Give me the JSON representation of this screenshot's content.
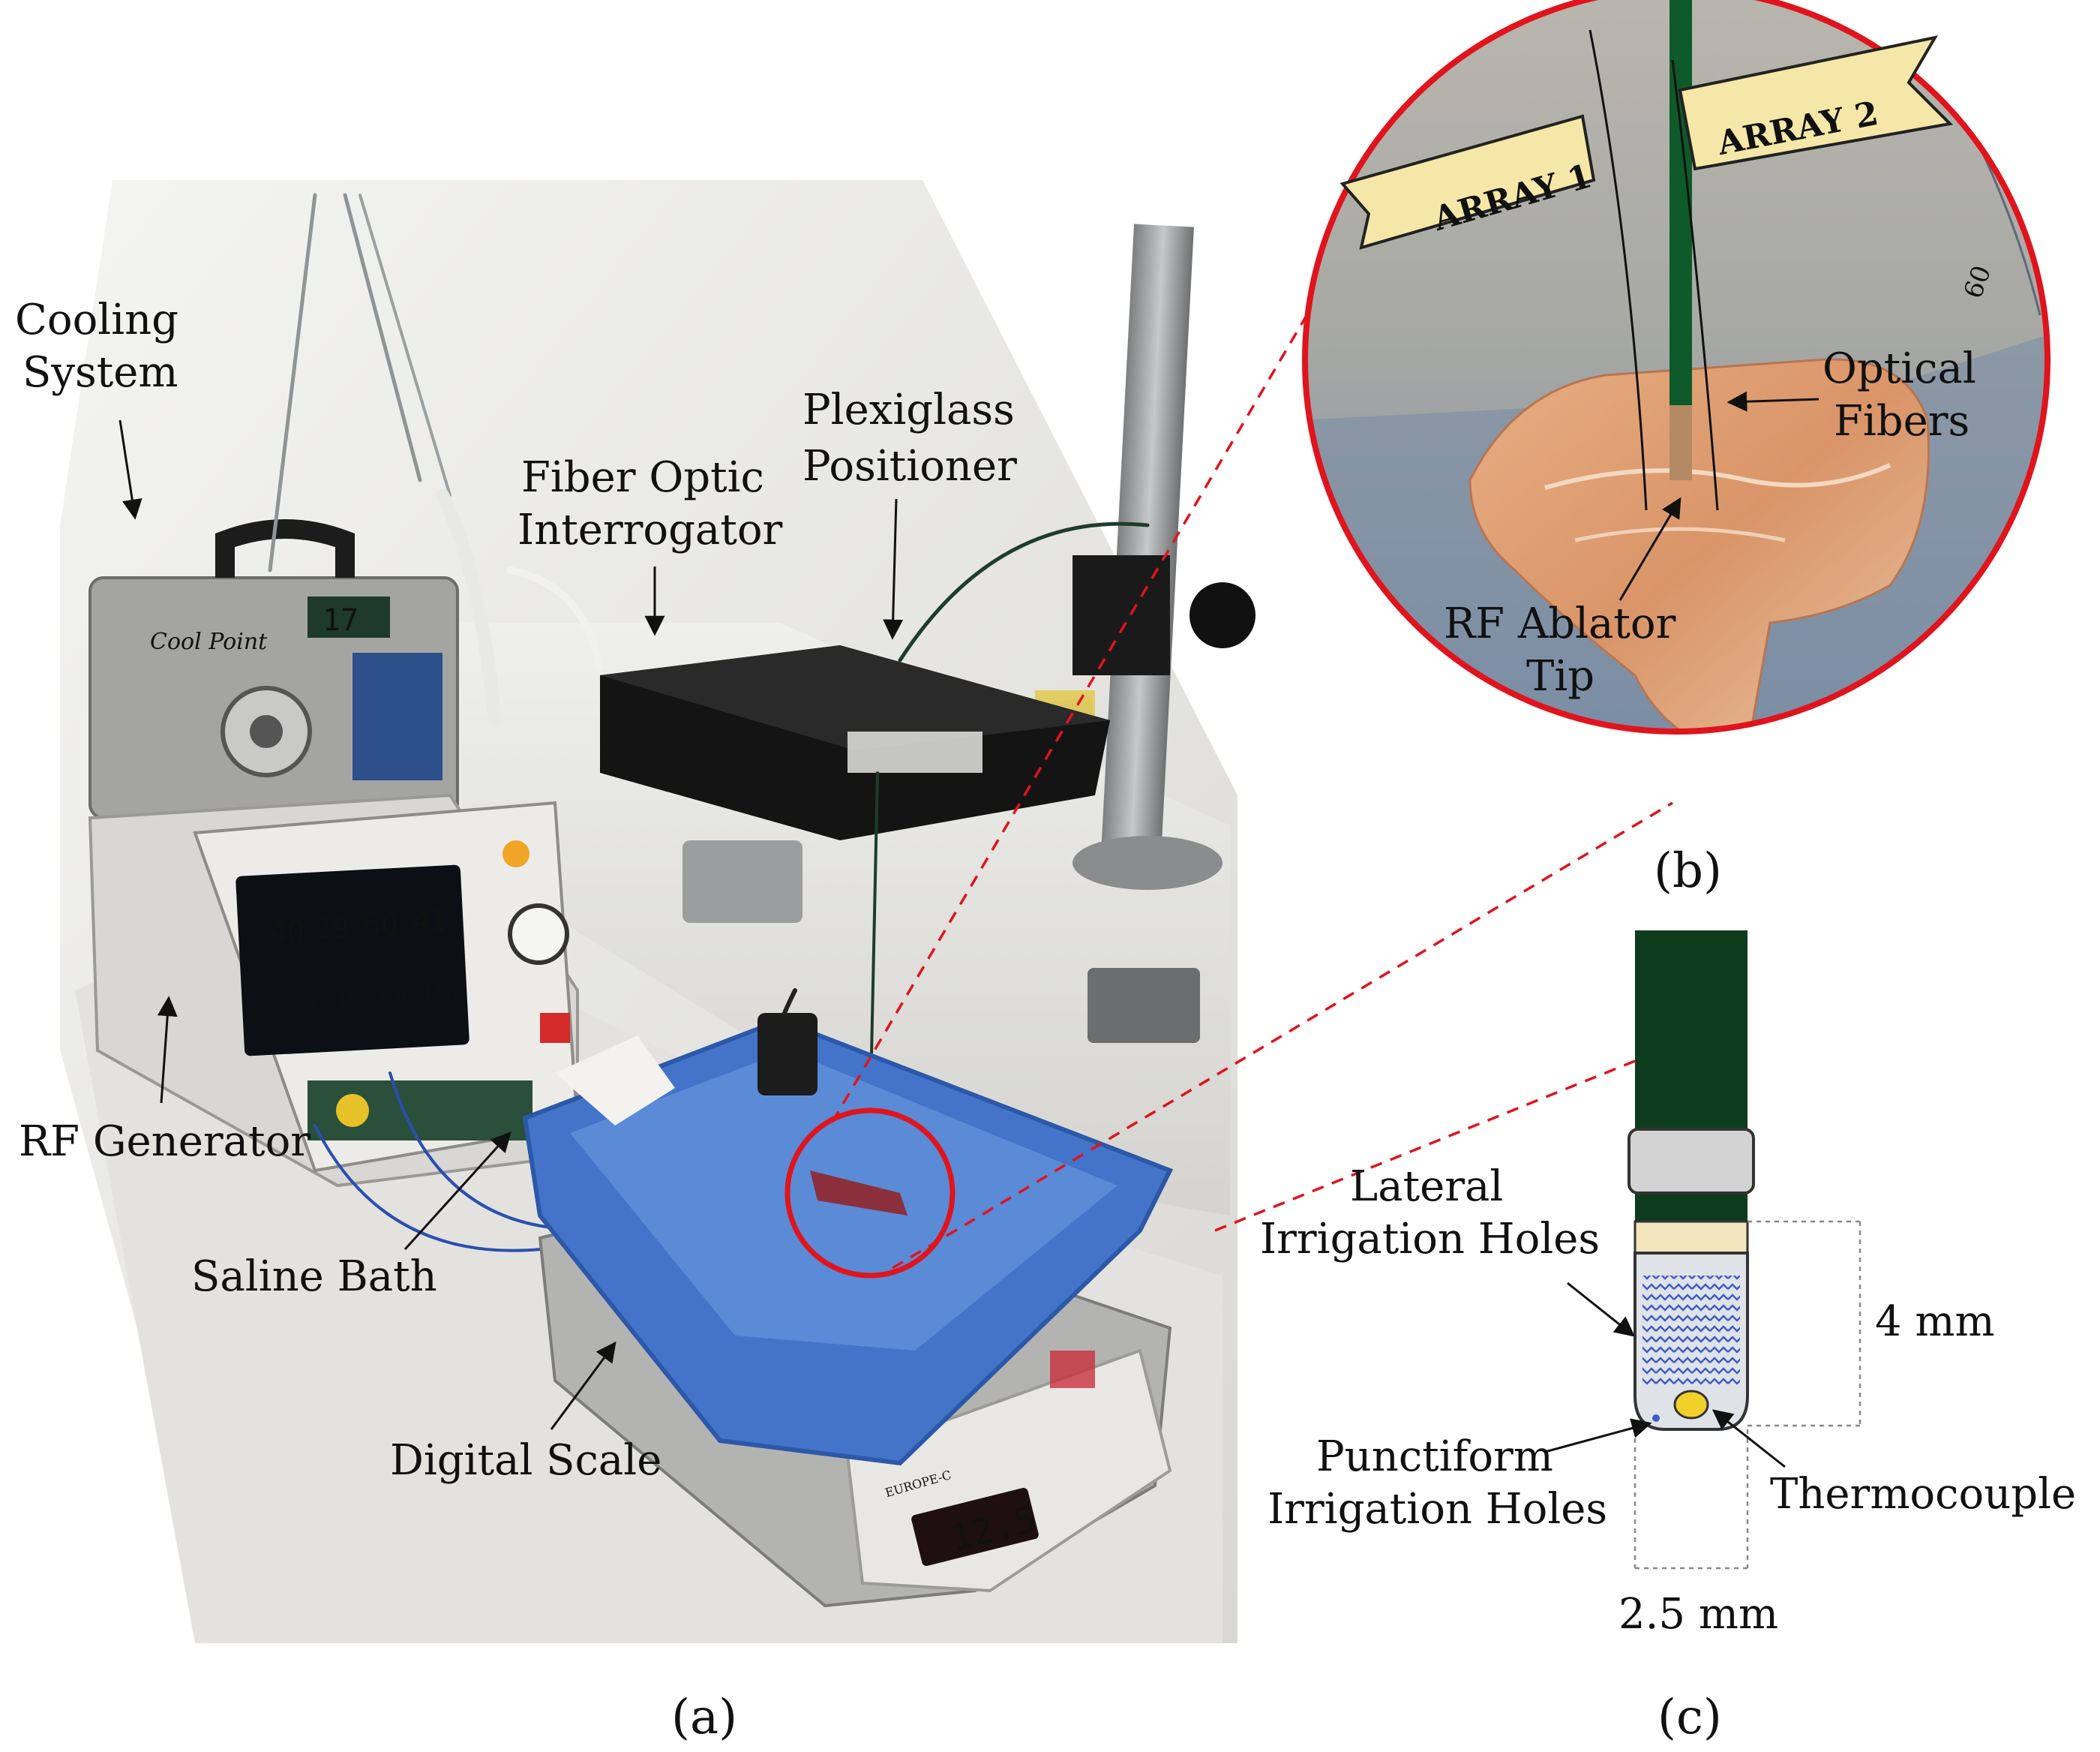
{
  "panels": {
    "a": "(a)",
    "b": "(b)",
    "c": "(c)"
  },
  "photo_a": {
    "labels": {
      "cooling_system_line1": "Cooling",
      "cooling_system_line2": "System",
      "fiber_optic_line1": "Fiber Optic",
      "fiber_optic_line2": "Interrogator",
      "plexiglass_line1": "Plexiglass",
      "plexiglass_line2": "Positioner",
      "rf_generator": "RF Generator",
      "saline_bath": "Saline Bath",
      "digital_scale": "Digital Scale"
    },
    "device_text": {
      "cooling_brand": "Cool Point",
      "cooling_display": "17",
      "monitor_values_top": [
        "40",
        "29",
        "60",
        "41"
      ],
      "monitor_values_bottom": [
        "40.",
        "43.",
        "150.",
        "120."
      ],
      "scale_display": "12.5",
      "scale_model": "EUROPE-C"
    }
  },
  "zoom_b": {
    "flags": {
      "array1": "ARRAY 1",
      "array2": "ARRAY 2"
    },
    "labels": {
      "optical_line1": "Optical",
      "optical_line2": "Fibers",
      "rf_tip_line1": "RF Ablator",
      "rf_tip_line2": "Tip"
    },
    "ruler_mark": "60"
  },
  "schematic_c": {
    "labels": {
      "lateral_line1": "Lateral",
      "lateral_line2": "Irrigation Holes",
      "punctiform_line1": "Punctiform",
      "punctiform_line2": "Irrigation Holes",
      "thermocouple": "Thermocouple",
      "length": "4 mm",
      "width": "2.5 mm"
    }
  },
  "colors": {
    "zoom_circle": "#e0141c",
    "catheter_green": "#0e3d1e",
    "bath_blue": "#3f6fc0",
    "irrigation_pattern": "#3d5bc8"
  }
}
